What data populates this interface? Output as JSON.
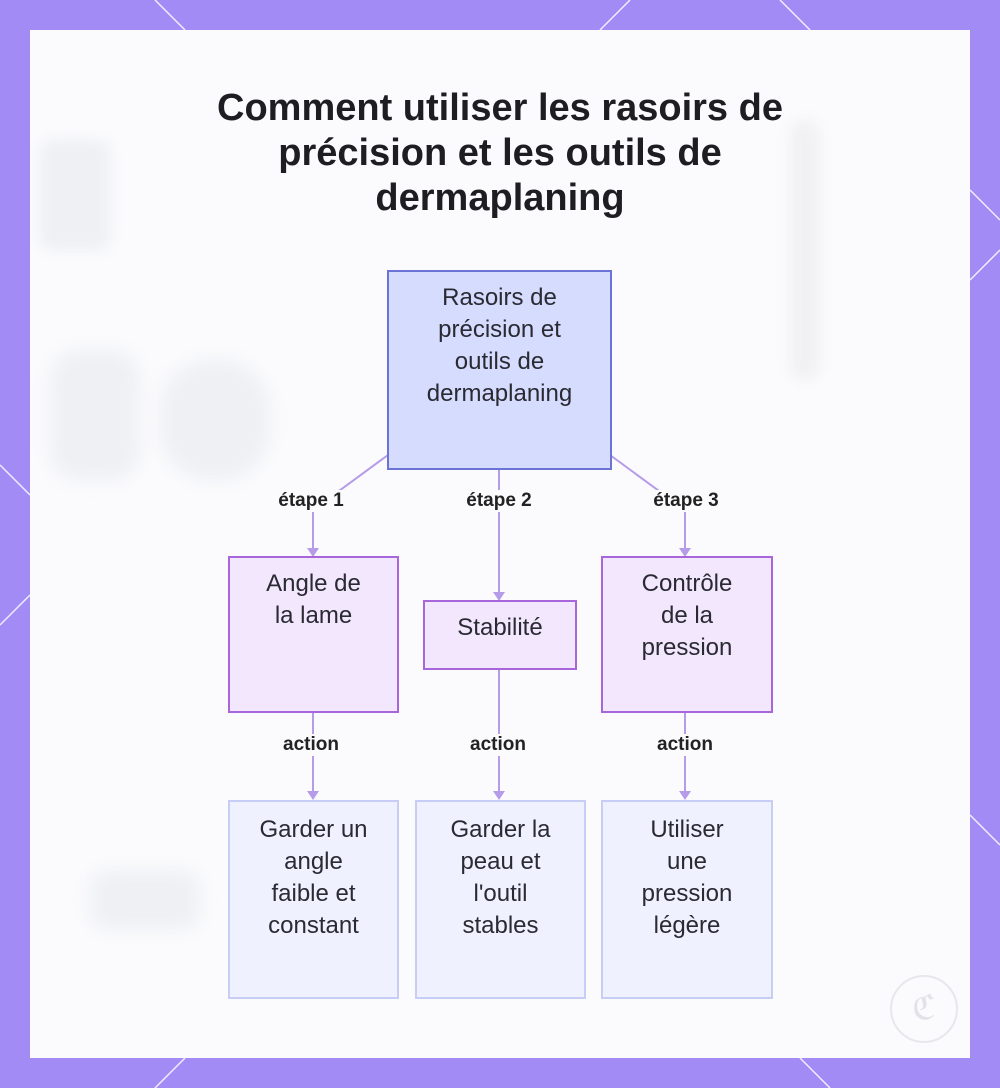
{
  "title_lines": [
    "Comment utiliser les rasoirs de",
    "précision et les outils de",
    "dermaplaning"
  ],
  "root": {
    "lines": [
      "Rasoirs de",
      "précision et",
      "outils de",
      "dermaplaning"
    ]
  },
  "steps": [
    {
      "edge_label": "étape 1",
      "lines": [
        "Angle de",
        "la lame"
      ]
    },
    {
      "edge_label": "étape 2",
      "lines": [
        "Stabilité"
      ]
    },
    {
      "edge_label": "étape 3",
      "lines": [
        "Contrôle",
        "de la",
        "pression"
      ]
    }
  ],
  "actions": [
    {
      "edge_label": "action",
      "lines": [
        "Garder un",
        "angle",
        "faible et",
        "constant"
      ]
    },
    {
      "edge_label": "action",
      "lines": [
        "Garder la",
        "peau et",
        "l'outil",
        "stables"
      ]
    },
    {
      "edge_label": "action",
      "lines": [
        "Utiliser",
        "une",
        "pression",
        "légère"
      ]
    }
  ],
  "colors": {
    "frame": "#a38bf5",
    "root_fill": "#d6dcfd",
    "root_border": "#6b74d6",
    "step_fill": "#f2e7fd",
    "step_border": "#a766d9",
    "action_fill": "#eff2fe",
    "action_border": "#c7cdf4",
    "connector": "#b59be8"
  },
  "icons": {
    "watermark": "cursive-c-logo-icon"
  }
}
